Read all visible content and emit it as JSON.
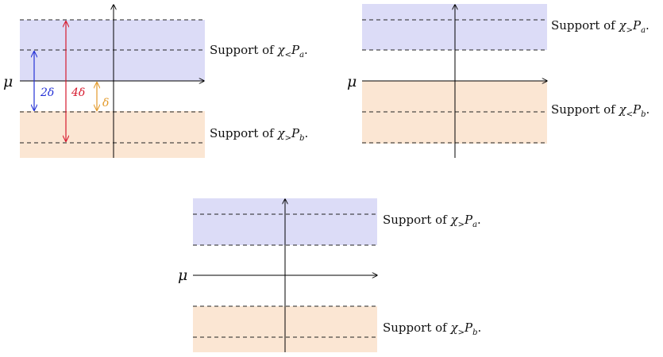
{
  "colors": {
    "band_a": "#dcdcf7",
    "band_b": "#fbe6d3",
    "arrow_2delta": "#2431d6",
    "arrow_4delta": "#d61a2e",
    "arrow_delta": "#e39a2a"
  },
  "axis_label": "μ",
  "panels": [
    {
      "id": "panel-1",
      "label_top": {
        "prefix": "Support of ",
        "chi": "χ",
        "sub": "<",
        "P": "P",
        "Psub": "a",
        "suffix": "."
      },
      "label_bottom": {
        "prefix": "Support of ",
        "chi": "χ",
        "sub": ">",
        "P": "P",
        "Psub": "b",
        "suffix": "."
      },
      "arrows": [
        {
          "label": "2δ",
          "color_key": "arrow_2delta"
        },
        {
          "label": "4δ",
          "color_key": "arrow_4delta"
        },
        {
          "label": "δ",
          "color_key": "arrow_delta"
        }
      ]
    },
    {
      "id": "panel-2",
      "label_top": {
        "prefix": "Support of ",
        "chi": "χ",
        "sub": ">",
        "P": "P",
        "Psub": "a",
        "suffix": "."
      },
      "label_bottom": {
        "prefix": "Support of ",
        "chi": "χ",
        "sub": "<",
        "P": "P",
        "Psub": "b",
        "suffix": "."
      }
    },
    {
      "id": "panel-3",
      "label_top": {
        "prefix": "Support of ",
        "chi": "χ",
        "sub": ">",
        "P": "P",
        "Psub": "a",
        "suffix": "."
      },
      "label_bottom": {
        "prefix": "Support of ",
        "chi": "χ",
        "sub": ">",
        "P": "P",
        "Psub": "b",
        "suffix": "."
      }
    }
  ]
}
